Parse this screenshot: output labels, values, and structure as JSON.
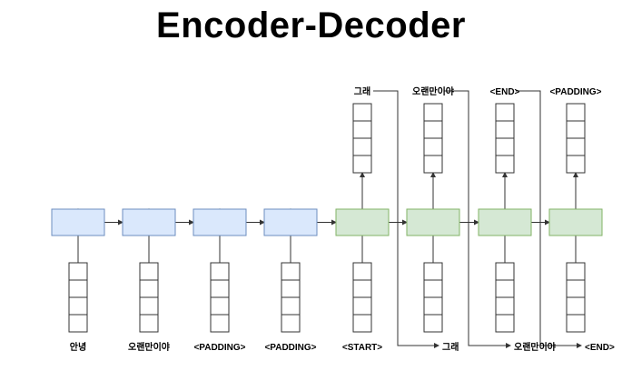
{
  "title": "Encoder-Decoder",
  "encoder": {
    "inputs": [
      "안녕",
      "오랜만이야",
      "<PADDING>",
      "<PADDING>"
    ]
  },
  "decoder": {
    "inputs": [
      "<START>",
      "그래",
      "오랜만이야",
      "<END>"
    ],
    "outputs": [
      "그래",
      "오랜만이야",
      "<END>",
      "<PADDING>"
    ]
  },
  "colors": {
    "encoder_fill": "#dae8fc",
    "encoder_stroke": "#6c8ebf",
    "decoder_fill": "#d5e8d4",
    "decoder_stroke": "#82b366",
    "line": "#333333"
  }
}
